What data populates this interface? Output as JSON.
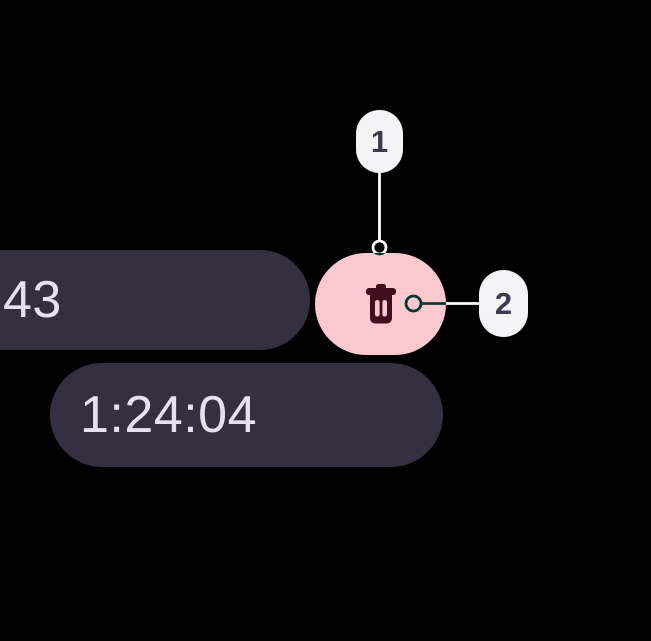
{
  "colors": {
    "background": "#000000",
    "chip_bg": "#353041",
    "chip_text": "#E8DFF5",
    "delete_bg": "#F9C9CF",
    "delete_icon": "#430E1C",
    "callout_bg": "#F3F2F4",
    "callout_text": "#3E3950",
    "annotation_line": "#FFFFFF"
  },
  "timer_chips": [
    {
      "time": "43"
    },
    {
      "time": "1:24:04"
    }
  ],
  "delete_button": {
    "icon": "trash"
  },
  "callouts": [
    {
      "label": "1"
    },
    {
      "label": "2"
    }
  ]
}
